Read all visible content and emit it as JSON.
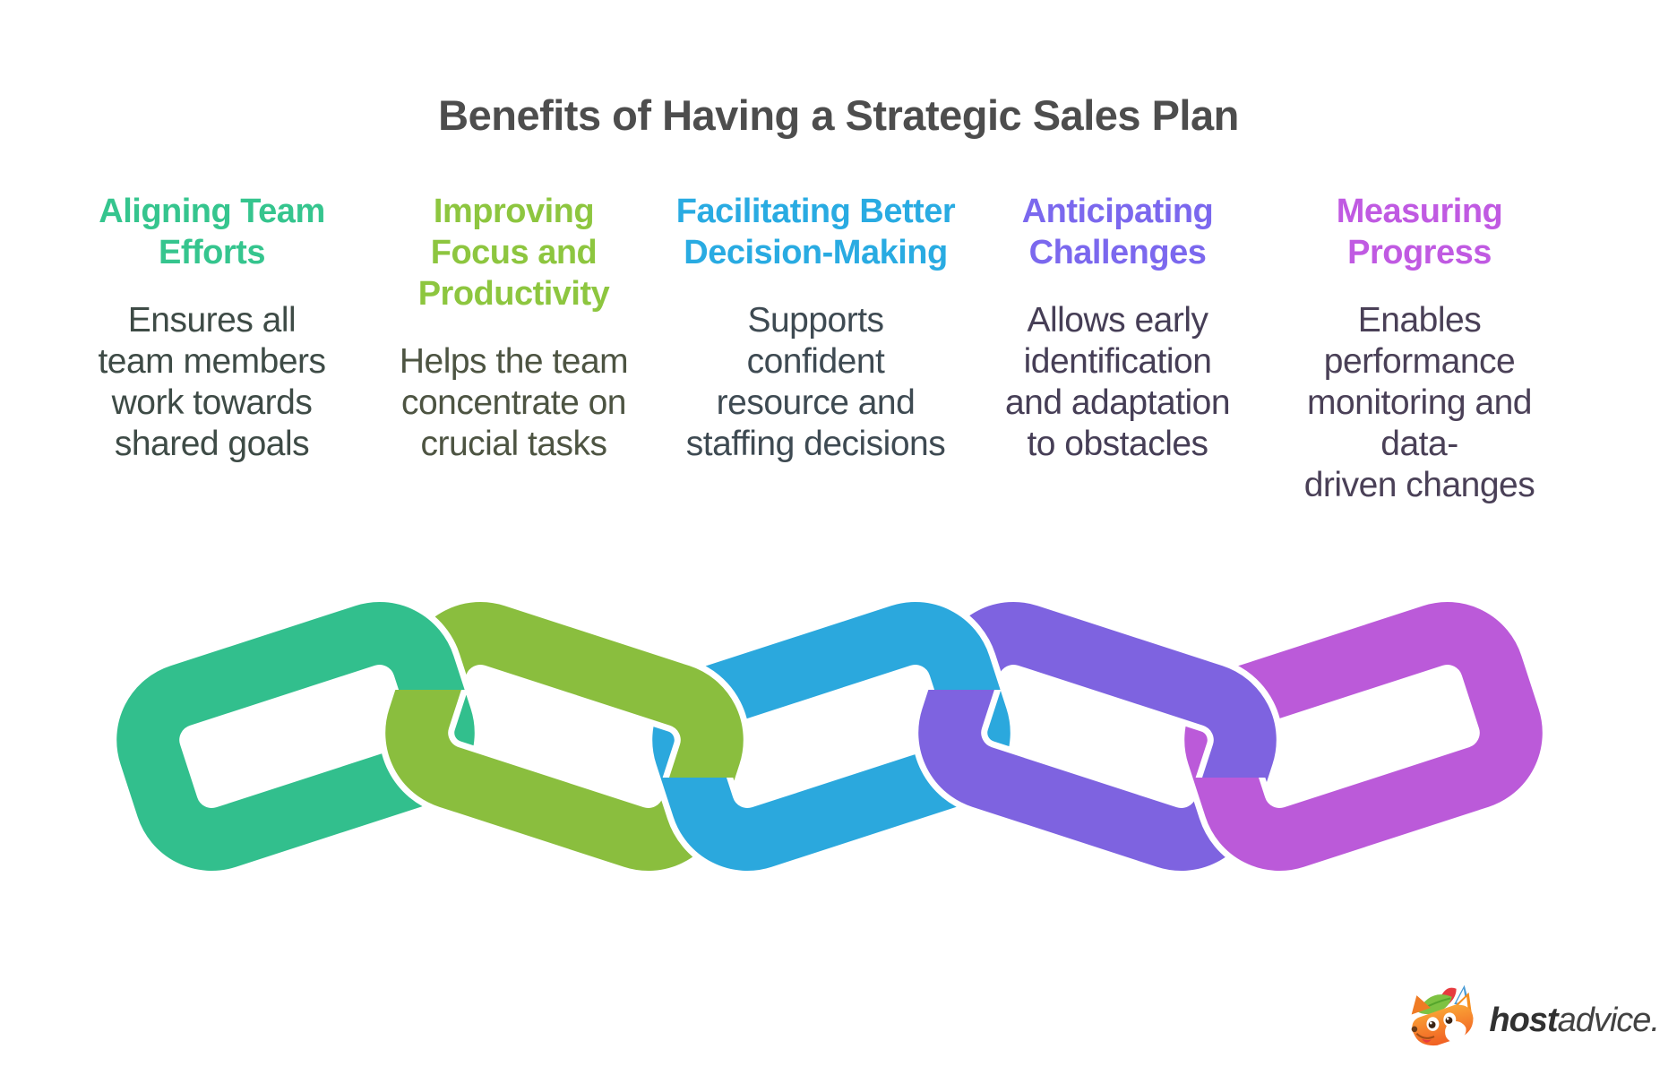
{
  "title": {
    "text": "Benefits of Having a Strategic Sales Plan",
    "color": "#4d4d4d"
  },
  "columns": [
    {
      "title": "Aligning Team\nEfforts",
      "title_color": "#35c58e",
      "body": "Ensures all\nteam members\nwork towards\nshared goals",
      "body_color": "#3e4b46"
    },
    {
      "title": "Improving\nFocus and\nProductivity",
      "title_color": "#8dc63f",
      "body": "Helps the team\nconcentrate on\ncrucial tasks",
      "body_color": "#4d5442"
    },
    {
      "title": "Facilitating Better\nDecision-Making",
      "title_color": "#29abe2",
      "body": "Supports\nconfident\nresource and\nstaffing decisions",
      "body_color": "#3e4a52"
    },
    {
      "title": "Anticipating\nChallenges",
      "title_color": "#7b68ee",
      "body": "Allows early\nidentification\nand adaptation\nto obstacles",
      "body_color": "#463e56"
    },
    {
      "title": "Measuring\nProgress",
      "title_color": "#c05ae2",
      "body": "Enables\nperformance\nmonitoring and data-\ndriven changes",
      "body_color": "#4a4057"
    }
  ],
  "chain": {
    "gap_color": "#ffffff",
    "links": [
      {
        "label": "aligning-team-efforts",
        "color": "#32bf8d"
      },
      {
        "label": "improving-focus-and-productivity",
        "color": "#8abe3e"
      },
      {
        "label": "facilitating-better-decision-making",
        "color": "#2ba8dd"
      },
      {
        "label": "anticipating-challenges",
        "color": "#7e63e0"
      },
      {
        "label": "measuring-progress",
        "color": "#bb5ad9"
      }
    ]
  },
  "footer": {
    "brand_bold": "host",
    "brand_regular": "advice."
  }
}
